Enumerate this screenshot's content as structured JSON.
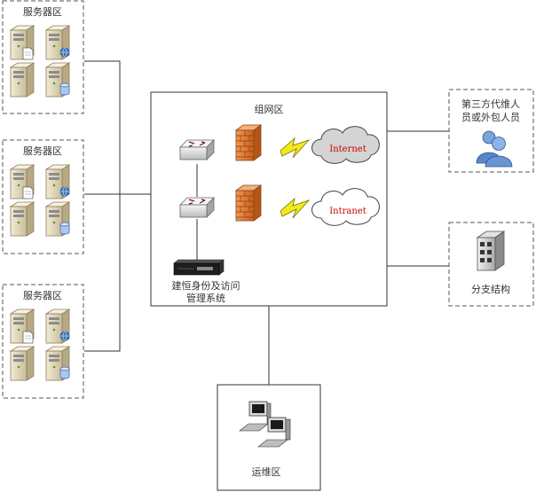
{
  "zones": {
    "server_zone_1": {
      "label": "服务器区"
    },
    "server_zone_2": {
      "label": "服务器区"
    },
    "server_zone_3": {
      "label": "服务器区"
    },
    "network_zone": {
      "label": "组网区"
    },
    "ops_zone": {
      "label": "运维区"
    },
    "third_party": {
      "line1": "第三方代维人",
      "line2": "员或外包人员"
    },
    "branch": {
      "label": "分支结构"
    }
  },
  "devices": {
    "auth_system": {
      "line1": "建恒身份及访问",
      "line2": "管理系统"
    }
  },
  "clouds": {
    "internet": {
      "label": "Internet",
      "color": "#cc0000",
      "fill": "#d4d4d4"
    },
    "intranet": {
      "label": "Intranet",
      "color": "#cc0000",
      "fill": "#ffffff"
    }
  },
  "colors": {
    "firewall": "#e07a2c",
    "lightning": "#f2ea1b",
    "server_body": "#e6dcc0",
    "people": "#5a86c6"
  }
}
